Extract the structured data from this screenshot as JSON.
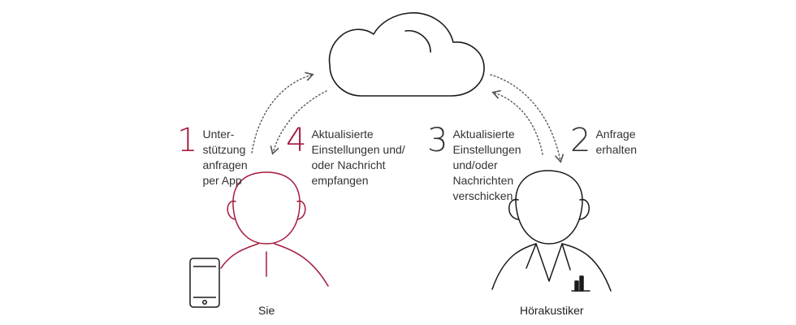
{
  "colors": {
    "accent": "#a6193c",
    "line": "#1a1a1a",
    "text": "#333333"
  },
  "icons": [
    "cloud-icon",
    "person-icon",
    "smartphone-icon",
    "audiologist-icon",
    "dotted-arrow-icon"
  ],
  "steps": [
    {
      "number": "1",
      "lines": [
        "Unter-",
        "stützung",
        "anfragen",
        "per App"
      ]
    },
    {
      "number": "2",
      "lines": [
        "Anfrage",
        "erhalten"
      ]
    },
    {
      "number": "3",
      "lines": [
        "Aktualisierte",
        "Einstellungen",
        "und/oder",
        "Nachrichten",
        "verschicken"
      ]
    },
    {
      "number": "4",
      "lines": [
        "Aktualisierte",
        "Einstellungen und/",
        "oder Nachricht",
        "empfangen"
      ]
    }
  ],
  "captions": {
    "user": "Sie",
    "audiologist": "Hörakustiker"
  }
}
